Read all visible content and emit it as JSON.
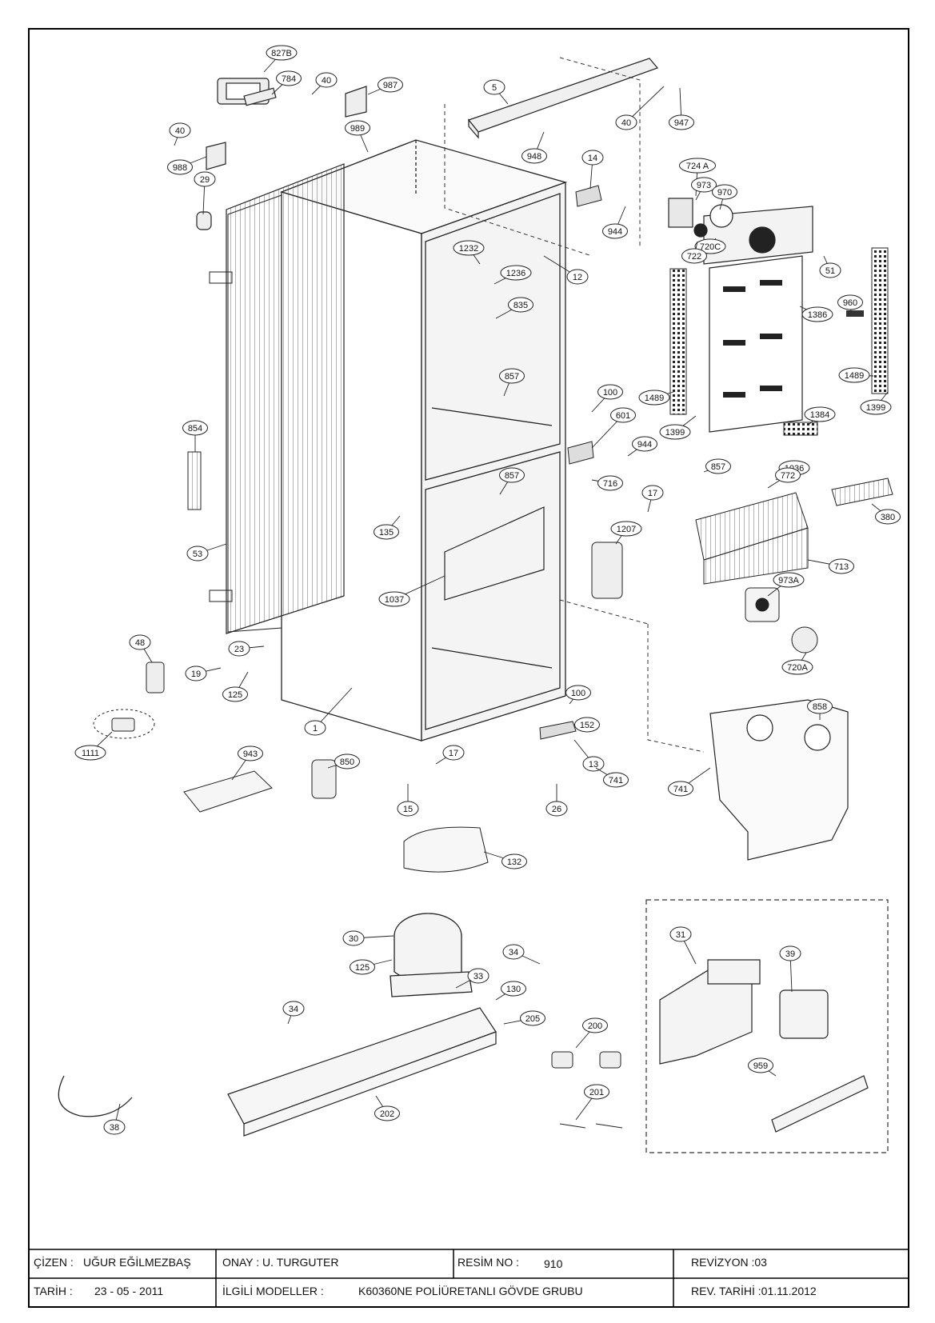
{
  "drawing": {
    "callouts": [
      {
        "id": "c827",
        "label": "827B"
      },
      {
        "id": "c784",
        "label": "784"
      },
      {
        "id": "c40a",
        "label": "40"
      },
      {
        "id": "c987",
        "label": "987"
      },
      {
        "id": "c5",
        "label": "5"
      },
      {
        "id": "c40b",
        "label": "40"
      },
      {
        "id": "c947",
        "label": "947"
      },
      {
        "id": "c948",
        "label": "948"
      },
      {
        "id": "c40c",
        "label": "40"
      },
      {
        "id": "c988",
        "label": "988"
      },
      {
        "id": "c989",
        "label": "989"
      },
      {
        "id": "c29",
        "label": "29"
      },
      {
        "id": "c14",
        "label": "14"
      },
      {
        "id": "c944a",
        "label": "944"
      },
      {
        "id": "c724a",
        "label": "724 A"
      },
      {
        "id": "c973",
        "label": "973"
      },
      {
        "id": "c970",
        "label": "970"
      },
      {
        "id": "c720c",
        "label": "720C"
      },
      {
        "id": "c722",
        "label": "722"
      },
      {
        "id": "c51",
        "label": "51"
      },
      {
        "id": "c1232",
        "label": "1232"
      },
      {
        "id": "c1236",
        "label": "1236"
      },
      {
        "id": "c12",
        "label": "12"
      },
      {
        "id": "c835",
        "label": "835"
      },
      {
        "id": "c960",
        "label": "960"
      },
      {
        "id": "c1386",
        "label": "1386"
      },
      {
        "id": "c1489a",
        "label": "1489"
      },
      {
        "id": "c1489b",
        "label": "1489"
      },
      {
        "id": "c1399a",
        "label": "1399"
      },
      {
        "id": "c1399b",
        "label": "1399"
      },
      {
        "id": "c1384",
        "label": "1384"
      },
      {
        "id": "c857a",
        "label": "857"
      },
      {
        "id": "c100a",
        "label": "100"
      },
      {
        "id": "c601",
        "label": "601"
      },
      {
        "id": "c944b",
        "label": "944"
      },
      {
        "id": "c854",
        "label": "854"
      },
      {
        "id": "c857b",
        "label": "857"
      },
      {
        "id": "c716",
        "label": "716"
      },
      {
        "id": "c857c",
        "label": "857"
      },
      {
        "id": "c1036",
        "label": "1036"
      },
      {
        "id": "c772",
        "label": "772"
      },
      {
        "id": "c17a",
        "label": "17"
      },
      {
        "id": "c380",
        "label": "380"
      },
      {
        "id": "c135",
        "label": "135"
      },
      {
        "id": "c1207",
        "label": "1207"
      },
      {
        "id": "c713",
        "label": "713"
      },
      {
        "id": "c53",
        "label": "53"
      },
      {
        "id": "c1037",
        "label": "1037"
      },
      {
        "id": "c973a",
        "label": "973A"
      },
      {
        "id": "c48",
        "label": "48"
      },
      {
        "id": "c23",
        "label": "23"
      },
      {
        "id": "c19",
        "label": "19"
      },
      {
        "id": "c720a",
        "label": "720A"
      },
      {
        "id": "c125a",
        "label": "125"
      },
      {
        "id": "c1",
        "label": "1"
      },
      {
        "id": "c100b",
        "label": "100"
      },
      {
        "id": "c152",
        "label": "152"
      },
      {
        "id": "c858",
        "label": "858"
      },
      {
        "id": "c1111",
        "label": "1111"
      },
      {
        "id": "c943",
        "label": "943"
      },
      {
        "id": "c850",
        "label": "850"
      },
      {
        "id": "c17b",
        "label": "17"
      },
      {
        "id": "c13",
        "label": "13"
      },
      {
        "id": "c741a",
        "label": "741"
      },
      {
        "id": "c741b",
        "label": "741"
      },
      {
        "id": "c15",
        "label": "15"
      },
      {
        "id": "c26",
        "label": "26"
      },
      {
        "id": "c132",
        "label": "132"
      },
      {
        "id": "c31",
        "label": "31"
      },
      {
        "id": "c39",
        "label": "39"
      },
      {
        "id": "c30",
        "label": "30"
      },
      {
        "id": "c34a",
        "label": "34"
      },
      {
        "id": "c125b",
        "label": "125"
      },
      {
        "id": "c33",
        "label": "33"
      },
      {
        "id": "c130",
        "label": "130"
      },
      {
        "id": "c34b",
        "label": "34"
      },
      {
        "id": "c205",
        "label": "205"
      },
      {
        "id": "c200",
        "label": "200"
      },
      {
        "id": "c959",
        "label": "959"
      },
      {
        "id": "c201",
        "label": "201"
      },
      {
        "id": "c202",
        "label": "202"
      },
      {
        "id": "c38",
        "label": "38"
      }
    ]
  },
  "title_block": {
    "drawn_by_label": "ÇİZEN :",
    "drawn_by": "UĞUR EĞİLMEZBAŞ",
    "approved": "ONAY : U. TURGUTER",
    "drawing_no_label": "RESİM NO :",
    "drawing_no": "910",
    "revision": "REVİZYON :03",
    "date_label": "TARİH :",
    "date": "23 - 05 - 2011",
    "models_label": "İLGİLİ MODELLER :",
    "models": "K60360NE POLİÜRETANLI GÖVDE GRUBU",
    "rev_date": "REV. TARİHİ :01.11.2012"
  }
}
